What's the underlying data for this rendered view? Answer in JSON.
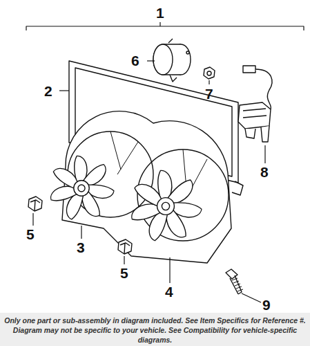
{
  "diagram": {
    "labels": [
      "1",
      "2",
      "6",
      "7",
      "8",
      "5",
      "3",
      "5",
      "4",
      "9",
      "Only one part or sub-assembly in diagram included. See Item Specifics for Reference #. Diagram may not be specific to your vehicle. See Compatibility for vehicle-specific diagrams."
    ]
  }
}
